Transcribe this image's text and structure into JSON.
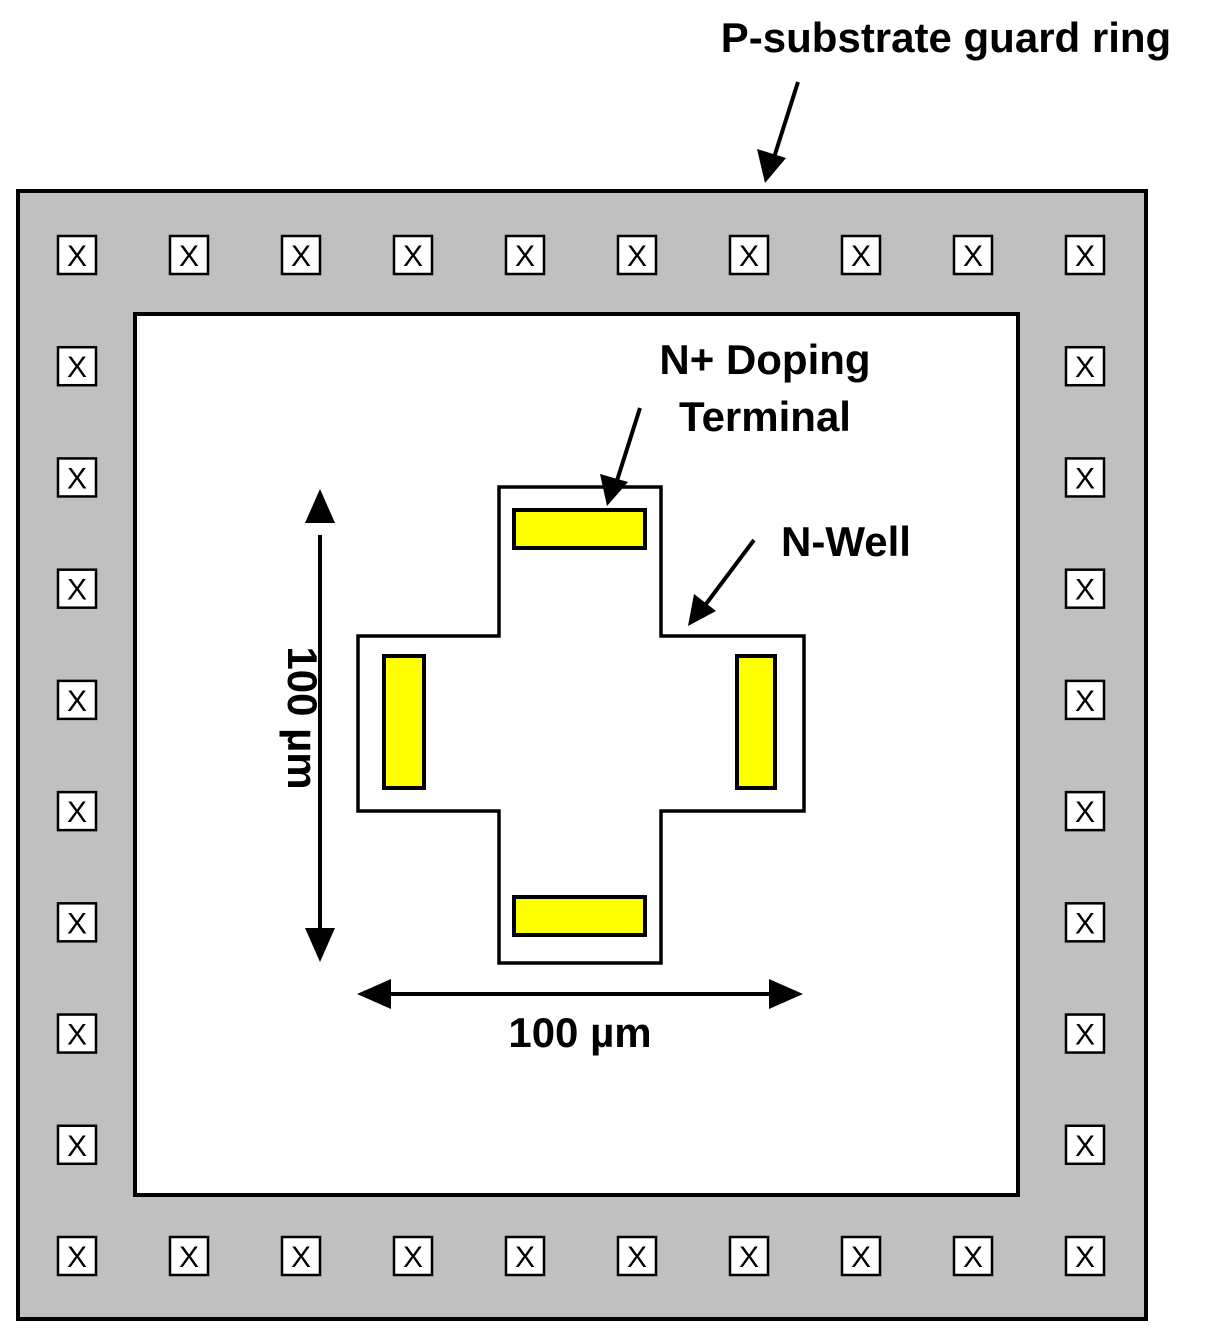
{
  "labels": {
    "guard_ring": "P-substrate guard ring",
    "terminal_line1": "N+ Doping",
    "terminal_line2": "Terminal",
    "nwell": "N-Well",
    "dim_vertical": "100 µm",
    "dim_horizontal": "100 µm"
  },
  "contact_mark": "X",
  "contacts": {
    "top_row_count": 10,
    "bottom_row_count": 10,
    "side_column_count": 8
  },
  "colors": {
    "guard_ring": "#c0c0c0",
    "terminal": "#ffff00",
    "outline": "#000000",
    "background": "#ffffff"
  }
}
